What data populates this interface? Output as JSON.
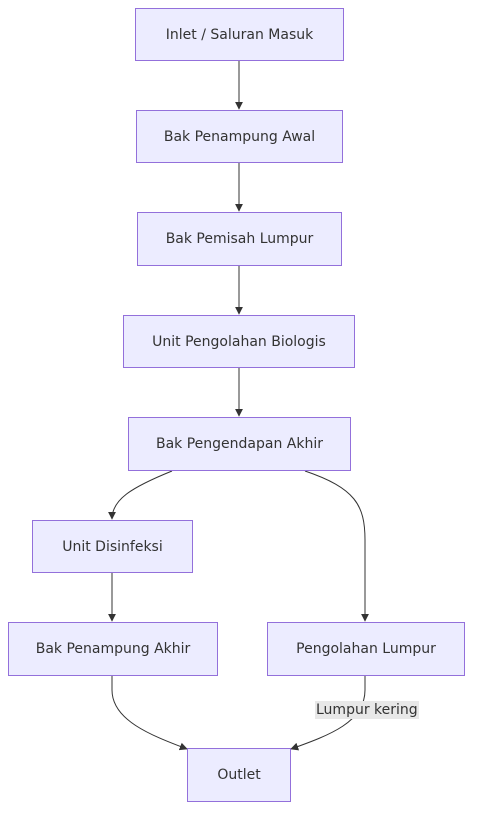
{
  "diagram": {
    "nodes": {
      "inlet": "Inlet / Saluran Masuk",
      "bak_penampung_awal": "Bak Penampung Awal",
      "bak_pemisah_lumpur": "Bak Pemisah Lumpur",
      "unit_pengolahan_biologis": "Unit Pengolahan Biologis",
      "bak_pengendapan_akhir": "Bak Pengendapan Akhir",
      "unit_disinfeksi": "Unit Disinfeksi",
      "bak_penampung_akhir": "Bak Penampung Akhir",
      "pengolahan_lumpur": "Pengolahan Lumpur",
      "outlet": "Outlet"
    },
    "edge_labels": {
      "lumpur_kering": "Lumpur kering"
    },
    "colors": {
      "node_fill": "#ececff",
      "node_border": "#9370db",
      "edge": "#333333",
      "label_bg": "#e8e8e8"
    }
  }
}
